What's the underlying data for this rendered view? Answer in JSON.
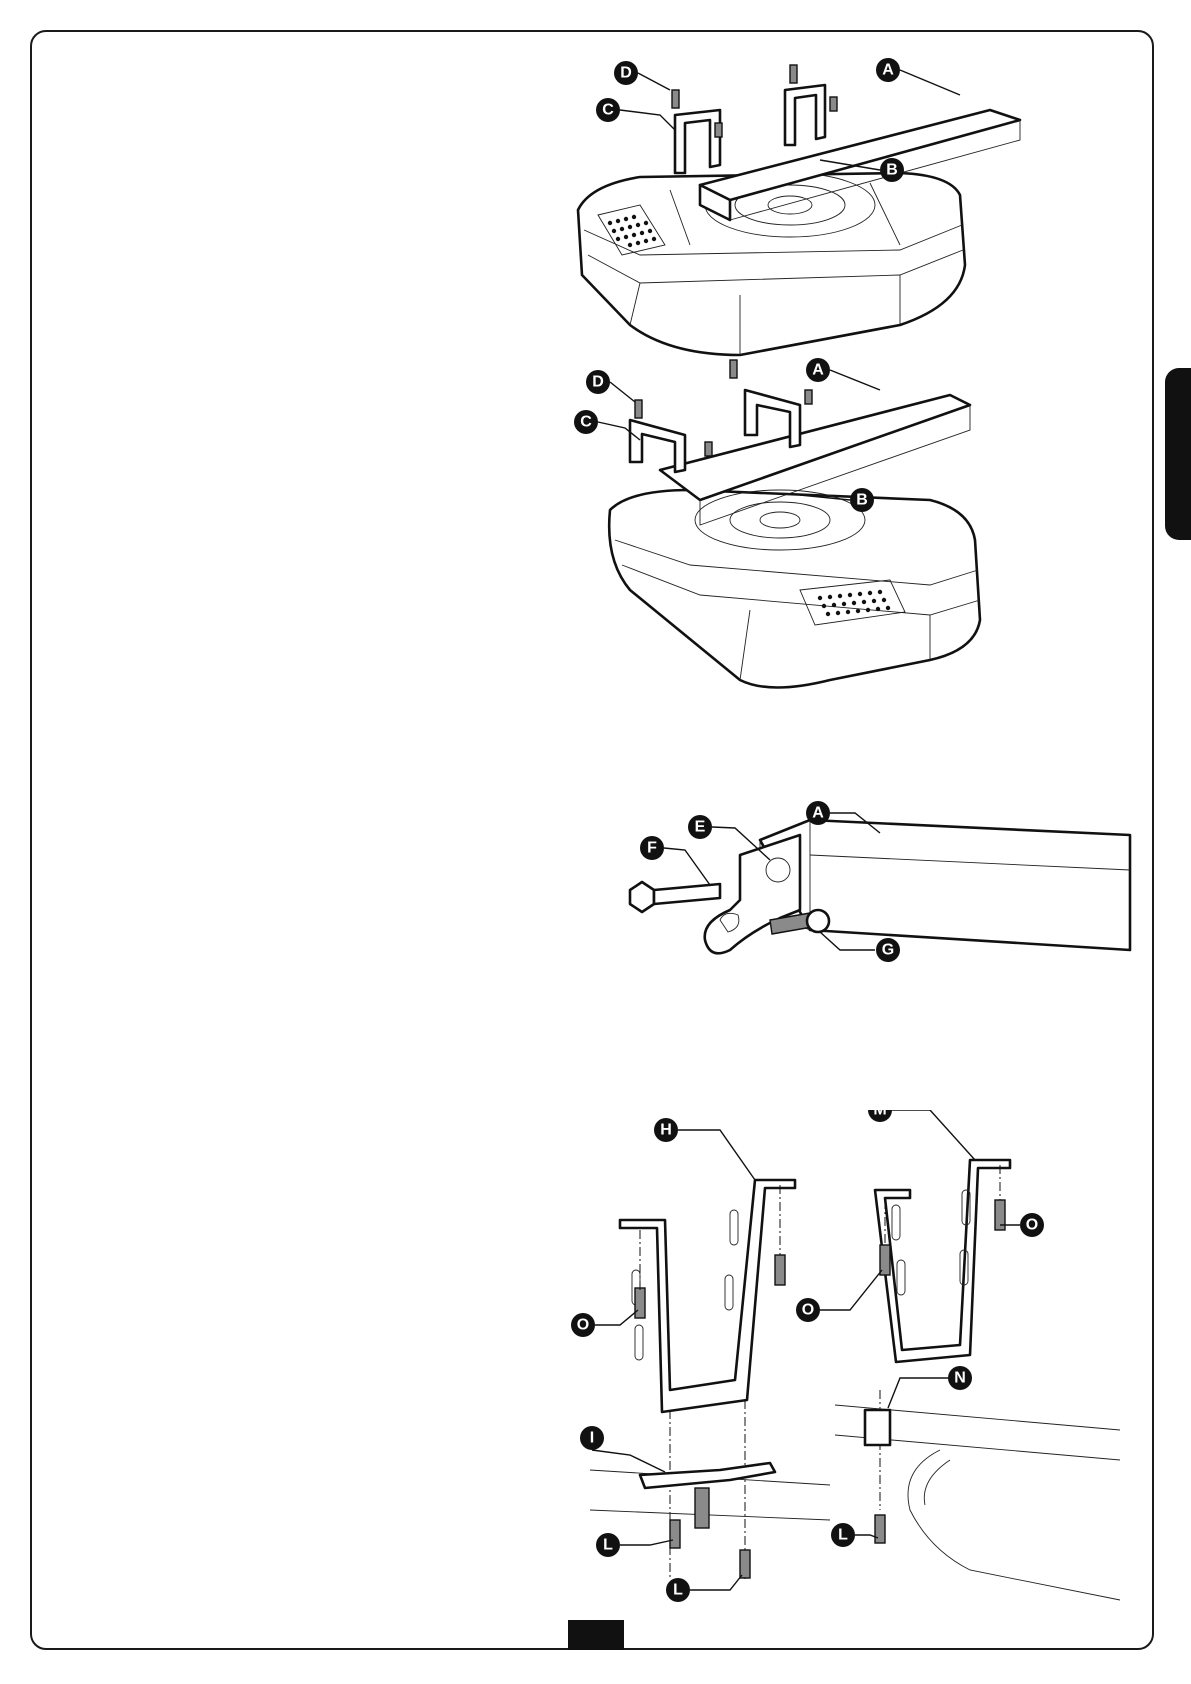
{
  "labels": {
    "fig1": {
      "a": "A",
      "b": "B",
      "c": "C",
      "d": "D"
    },
    "fig2": {
      "a": "A",
      "b": "B",
      "c": "C",
      "d": "D"
    },
    "fig3": {
      "a": "A",
      "e": "E",
      "f": "F",
      "g": "G"
    },
    "fig4": {
      "h": "H",
      "m": "M",
      "n": "N",
      "i": "I",
      "o1": "O",
      "o2": "O",
      "o3": "O",
      "l1": "L",
      "l2": "L",
      "l3": "L"
    }
  },
  "colors": {
    "ink": "#111111",
    "screw": "#8a8a8a",
    "background": "#ffffff"
  }
}
